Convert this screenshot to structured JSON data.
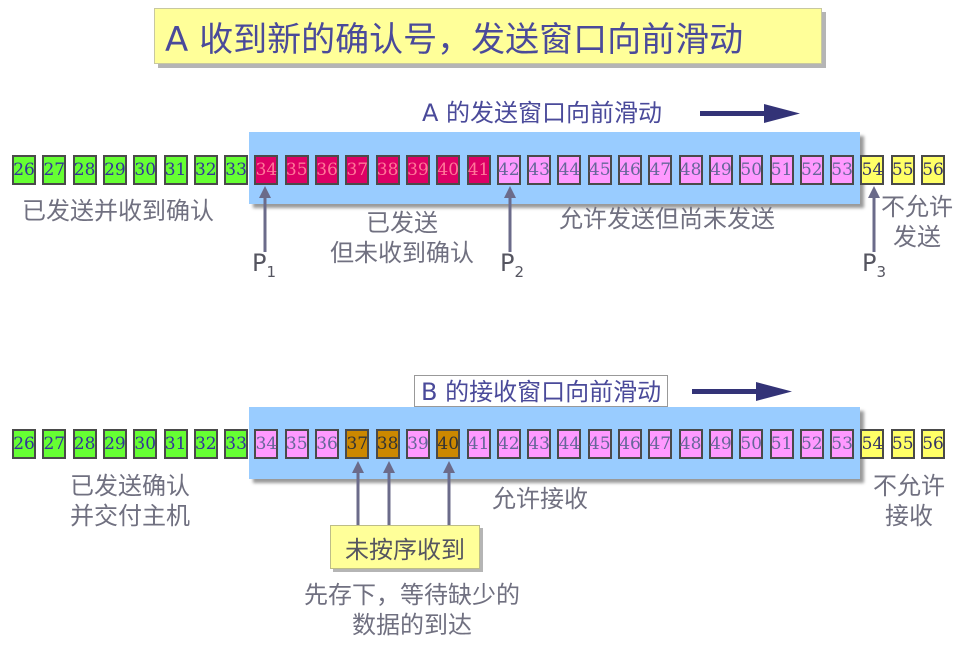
{
  "title": "A 收到新的确认号，发送窗口向前滑动",
  "sender": {
    "window_heading": "A 的发送窗口向前滑动",
    "cells": [
      {
        "n": "26",
        "state": "green"
      },
      {
        "n": "27",
        "state": "green"
      },
      {
        "n": "28",
        "state": "green"
      },
      {
        "n": "29",
        "state": "green"
      },
      {
        "n": "30",
        "state": "green"
      },
      {
        "n": "31",
        "state": "green"
      },
      {
        "n": "32",
        "state": "green"
      },
      {
        "n": "33",
        "state": "green"
      },
      {
        "n": "34",
        "state": "red"
      },
      {
        "n": "35",
        "state": "red"
      },
      {
        "n": "36",
        "state": "red"
      },
      {
        "n": "37",
        "state": "red"
      },
      {
        "n": "38",
        "state": "red"
      },
      {
        "n": "39",
        "state": "red"
      },
      {
        "n": "40",
        "state": "red"
      },
      {
        "n": "41",
        "state": "red"
      },
      {
        "n": "42",
        "state": "pink"
      },
      {
        "n": "43",
        "state": "pink"
      },
      {
        "n": "44",
        "state": "pink"
      },
      {
        "n": "45",
        "state": "pink"
      },
      {
        "n": "46",
        "state": "pink"
      },
      {
        "n": "47",
        "state": "pink"
      },
      {
        "n": "48",
        "state": "pink"
      },
      {
        "n": "49",
        "state": "pink"
      },
      {
        "n": "50",
        "state": "pink"
      },
      {
        "n": "51",
        "state": "pink"
      },
      {
        "n": "52",
        "state": "pink"
      },
      {
        "n": "53",
        "state": "pink"
      },
      {
        "n": "54",
        "state": "yellow"
      },
      {
        "n": "55",
        "state": "yellow"
      },
      {
        "n": "56",
        "state": "yellow"
      }
    ],
    "labels": {
      "sent_acked": "已发送并收到确认",
      "sent_not_acked_line1": "已发送",
      "sent_not_acked_line2": "但未收到确认",
      "allowed_not_sent": "允许发送但尚未发送",
      "not_allowed_line1": "不允许",
      "not_allowed_line2": "发送"
    },
    "pointers": [
      {
        "letter": "P",
        "sub": "1"
      },
      {
        "letter": "P",
        "sub": "2"
      },
      {
        "letter": "P",
        "sub": "3"
      }
    ]
  },
  "receiver": {
    "window_heading": "B 的接收窗口向前滑动",
    "cells": [
      {
        "n": "26",
        "state": "green"
      },
      {
        "n": "27",
        "state": "green"
      },
      {
        "n": "28",
        "state": "green"
      },
      {
        "n": "29",
        "state": "green"
      },
      {
        "n": "30",
        "state": "green"
      },
      {
        "n": "31",
        "state": "green"
      },
      {
        "n": "32",
        "state": "green"
      },
      {
        "n": "33",
        "state": "green"
      },
      {
        "n": "34",
        "state": "pink"
      },
      {
        "n": "35",
        "state": "pink"
      },
      {
        "n": "36",
        "state": "pink"
      },
      {
        "n": "37",
        "state": "brown"
      },
      {
        "n": "38",
        "state": "brown"
      },
      {
        "n": "39",
        "state": "pink"
      },
      {
        "n": "40",
        "state": "brown"
      },
      {
        "n": "41",
        "state": "pink"
      },
      {
        "n": "42",
        "state": "pink"
      },
      {
        "n": "43",
        "state": "pink"
      },
      {
        "n": "44",
        "state": "pink"
      },
      {
        "n": "45",
        "state": "pink"
      },
      {
        "n": "46",
        "state": "pink"
      },
      {
        "n": "47",
        "state": "pink"
      },
      {
        "n": "48",
        "state": "pink"
      },
      {
        "n": "49",
        "state": "pink"
      },
      {
        "n": "50",
        "state": "pink"
      },
      {
        "n": "51",
        "state": "pink"
      },
      {
        "n": "52",
        "state": "pink"
      },
      {
        "n": "53",
        "state": "pink"
      },
      {
        "n": "54",
        "state": "yellow"
      },
      {
        "n": "55",
        "state": "yellow"
      },
      {
        "n": "56",
        "state": "yellow"
      }
    ],
    "labels": {
      "acked_delivered_line1": "已发送确认",
      "acked_delivered_line2": "并交付主机",
      "allowed_receive": "允许接收",
      "not_allowed_line1": "不允许",
      "not_allowed_line2": "接收",
      "out_of_order": "未按序收到",
      "note_line1": "先存下，等待缺少的",
      "note_line2": "数据的到达"
    }
  },
  "colors": {
    "green": "#66ff33",
    "red": "#dd0066",
    "pink": "#ff99ff",
    "yellow": "#ffff66",
    "brown": "#cc8800",
    "window": "#99ccff",
    "arrow": "#333377"
  }
}
